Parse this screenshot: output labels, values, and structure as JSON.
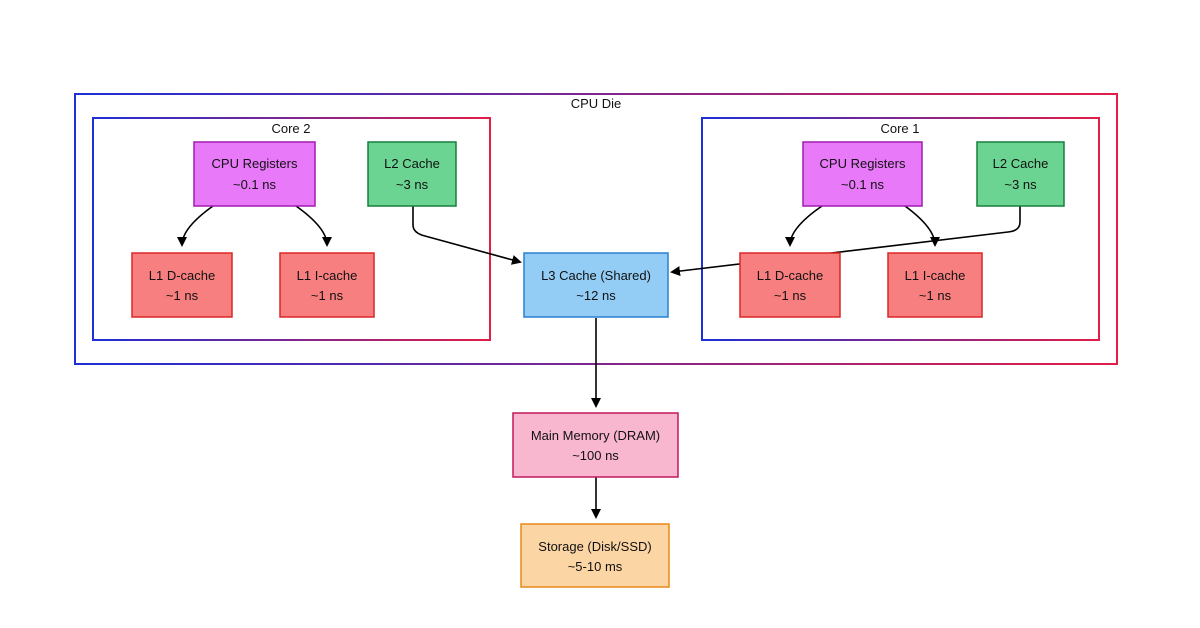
{
  "groups": {
    "cpu_die": {
      "label": "CPU Die"
    },
    "core2": {
      "label": "Core 2"
    },
    "core1": {
      "label": "Core 1"
    }
  },
  "nodes": {
    "c2_regs": {
      "line1": "CPU Registers",
      "line2": "~0.1 ns",
      "fill": "#e879f9",
      "stroke": "#a21caf"
    },
    "c2_l2": {
      "line1": "L2 Cache",
      "line2": "~3 ns",
      "fill": "#6bd492",
      "stroke": "#15803d"
    },
    "c2_l1d": {
      "line1": "L1 D-cache",
      "line2": "~1 ns",
      "fill": "#f87f7f",
      "stroke": "#dc2626"
    },
    "c2_l1i": {
      "line1": "L1 I-cache",
      "line2": "~1 ns",
      "fill": "#f87f7f",
      "stroke": "#dc2626"
    },
    "l3": {
      "line1": "L3 Cache (Shared)",
      "line2": "~12 ns",
      "fill": "#93cdf5",
      "stroke": "#2b7fd1"
    },
    "c1_regs": {
      "line1": "CPU Registers",
      "line2": "~0.1 ns",
      "fill": "#e879f9",
      "stroke": "#a21caf"
    },
    "c1_l2": {
      "line1": "L2 Cache",
      "line2": "~3 ns",
      "fill": "#6bd492",
      "stroke": "#15803d"
    },
    "c1_l1d": {
      "line1": "L1 D-cache",
      "line2": "~1 ns",
      "fill": "#f87f7f",
      "stroke": "#dc2626"
    },
    "c1_l1i": {
      "line1": "L1 I-cache",
      "line2": "~1 ns",
      "fill": "#f87f7f",
      "stroke": "#dc2626"
    },
    "dram": {
      "line1": "Main Memory (DRAM)",
      "line2": "~100 ns",
      "fill": "#f9b6cf",
      "stroke": "#c2185b"
    },
    "storage": {
      "line1": "Storage (Disk/SSD)",
      "line2": "~5-10 ms",
      "fill": "#fcd5a5",
      "stroke": "#e8881a"
    }
  },
  "edges": [
    {
      "from": "c2_regs",
      "to": "c2_l1d"
    },
    {
      "from": "c2_regs",
      "to": "c2_l1i"
    },
    {
      "from": "c2_l2",
      "to": "l3"
    },
    {
      "from": "c1_regs",
      "to": "c1_l1d"
    },
    {
      "from": "c1_regs",
      "to": "c1_l1i"
    },
    {
      "from": "c1_l2",
      "to": "l3"
    },
    {
      "from": "l3",
      "to": "dram"
    },
    {
      "from": "dram",
      "to": "storage"
    }
  ],
  "colors": {
    "group_border_start": "#1d2fd6",
    "group_border_end": "#e11d48",
    "edge": "#000000"
  }
}
